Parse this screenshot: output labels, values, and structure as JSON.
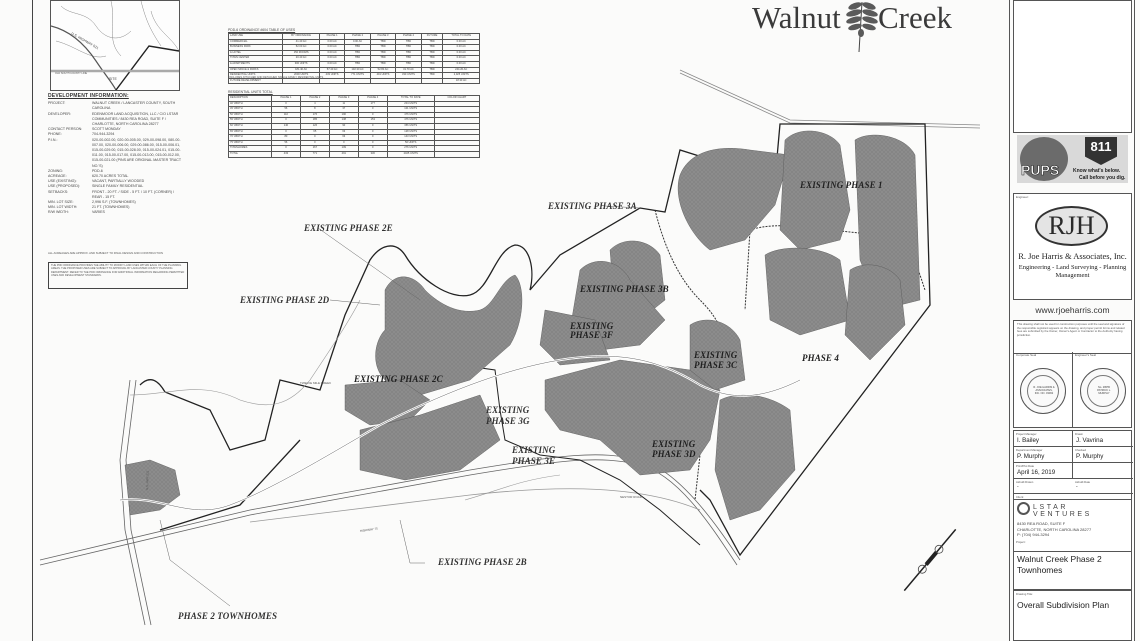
{
  "header": {
    "logo_left": "Walnut",
    "logo_right": "Creek"
  },
  "vicinity_map": {
    "labels": [
      "U.S. HIGHWAY 521",
      "SITE",
      "OLD SOUTH COUNTY LINE"
    ]
  },
  "development_info": {
    "title": "DEVELOPMENT INFORMATION:",
    "rows": [
      {
        "key": "PROJECT:",
        "value": "WALNUT CREEK / LANCASTER COUNTY, SOUTH CAROLINA"
      },
      {
        "key": "DEVELOPER:",
        "value": "EDENMOOR LAND ACQUISITION, LLC / C/O LSTAR COMMUNITIES / 8430 REA ROAD, SUITE F / CHARLOTTE, NORTH CAROLINA 28277"
      },
      {
        "key": "CONTACT PERSON:",
        "value": "SCOTT MONDAY"
      },
      {
        "key": "PHONE:",
        "value": "704-944-3294"
      },
      {
        "key": "P.I.N.:",
        "value": "020-00-002.00, 020-00-005.00, 029-00-098.00, 080-00-007.00, 020-00-006.00, 029-00-086.00, 015-00-006.01, 015-00-029.00, 015-00-028.00, 015-00-024.01, 015-00-011.00, 015-00-017.00, 015-00-013.00, 015-00-012.00, 015-00-021.00 (PINS ARE ORIGINAL MASTER TRACT NO.'S)"
      },
      {
        "key": "ZONING:",
        "value": "PDD-6"
      },
      {
        "key": "ACREAGE:",
        "value": "620.70 ACRES TOTAL"
      },
      {
        "key": "USE (EXISTING):",
        "value": "VACANT, PARTIALLY WOODED"
      },
      {
        "key": "USE (PROPOSED):",
        "value": "SINGLE FAMILY RESIDENTIAL"
      },
      {
        "key": "SETBACKS:",
        "value": "FRONT - 20 FT. / SIDE - 5 FT. / 10 FT. (CORNER) / REAR - 15 FT."
      },
      {
        "key": "MIN. LOT SIZE:",
        "value": "2,996 S.F. (TOWNHOMES)"
      },
      {
        "key": "MIN. LOT WIDTH:",
        "value": "21 FT. (TOWNHOMES)"
      },
      {
        "key": "R/W WIDTH:",
        "value": "VARIES"
      }
    ],
    "footnote": "ALL ACREAGES ARE APPROX. AND SUBJECT TO FINAL DESIGN AND CONSTRUCTION",
    "notice": "THE PDD ORDINANCE PROVIDES THE ABILITY TO MODIFY LAND USES WITHIN EACH OF THE PLANNING AREAS. THE PROPOSED USES ARE SUBJECT TO APPROVAL BY LANCASTER COUNTY PLANNING DEPARTMENT. REFER TO THE PDD ORDINANCE FOR ADDITIONAL INFORMATION REGARDING PERMITTED USES AND DEVELOPMENT STANDARDS."
  },
  "ordinance_table": {
    "title": "PDD-6 ORDINANCE #604 TABLE OF USES",
    "headers": [
      "LAND USE",
      "BY ORDINANCE",
      "PHASE 1",
      "PHASE 2",
      "PHASE 3",
      "PHASE 4",
      "FUTURE",
      "TOTAL TO DATE"
    ],
    "rows": [
      [
        "COMMERCIAL",
        "41.40 AC",
        "0.00 AC",
        "0.00 AC",
        "TBD",
        "TBD",
        "TBD",
        "0.00 AC"
      ],
      [
        "BUSINESS PARK",
        "52.00 AC",
        "0.00 AC",
        "TBD",
        "TBD",
        "TBD",
        "TBD",
        "0.00 AC"
      ],
      [
        "& HOTEL",
        "150 ROOMS",
        "0.00 AC",
        "TBD",
        "TBD",
        "TBD",
        "TBD",
        "0.00 AC"
      ],
      [
        "TOWN CENTER",
        "20.40 AC",
        "0.00 AC",
        "TBD",
        "TBD",
        "TBD",
        "TBD",
        "0.00 AC"
      ],
      [
        "& APARTMENTS",
        "300 UNITS",
        "0.00 AC",
        "TBD",
        "TBD",
        "TBD",
        "TBD",
        "0.00 AC"
      ],
      [
        "OPEN SPACE & PARKS",
        "181.40 AC",
        "57.40 AC",
        "102.30 AC",
        "52.80 AC",
        "31.70 AC",
        "TBD",
        "244.20 AC"
      ],
      [
        "RESIDENTIAL UNITS",
        "2000 UNITS",
        "433 UNITS",
        "771 UNITS",
        "491 UNITS",
        "330 UNITS",
        "TBD",
        "2,025 UNITS"
      ],
      [
        "FUTURE DEVELOPMENT",
        "",
        "",
        "",
        "",
        "",
        "",
        "18.30 AC"
      ]
    ],
    "note": "*INCLUDES ATTACHED AND DETACHED SINGLE FAMILY RESIDENTIAL UNITS"
  },
  "units_table": {
    "title": "RESIDENTIAL UNITS TOTAL",
    "headers": [
      "DESCRIPTION",
      "PHASE 1",
      "PHASE 2",
      "PHASE 3",
      "PHASE 4",
      "TOTAL TO DATE",
      "COLOR CHART"
    ],
    "rows": [
      [
        "40' WIDTH",
        "0",
        "4",
        "11",
        "177",
        "204 UNITS",
        ""
      ],
      [
        "45' WIDTH",
        "56",
        "8",
        "37",
        "0",
        "101 UNITS",
        ""
      ],
      [
        "50' WIDTH",
        "110",
        "176",
        "190",
        "0",
        "476 UNITS",
        ""
      ],
      [
        "55' WIDTH",
        "0",
        "185",
        "138",
        "153",
        "476 UNITS",
        ""
      ],
      [
        "60' WIDTH",
        "140",
        "126",
        "90",
        "0",
        "356 UNITS",
        ""
      ],
      [
        "65' WIDTH",
        "0",
        "65",
        "63",
        "0",
        "128 UNITS",
        ""
      ],
      [
        "70' WIDTH",
        "80",
        "0",
        "63",
        "0",
        "143 UNITS",
        ""
      ],
      [
        "75' WIDTH",
        "56",
        "0",
        "0",
        "0",
        "56 UNITS",
        ""
      ],
      [
        "TOWNHOMES",
        "0",
        "167",
        "109",
        "0",
        "276 UNITS",
        ""
      ],
      [
        "TOTAL",
        "433",
        "771",
        "491",
        "330",
        "2025 UNITS",
        ""
      ]
    ]
  },
  "map_labels": {
    "phase_1": "EXISTING PHASE 1",
    "phase_2b": "EXISTING PHASE 2B",
    "phase_2c": "EXISTING PHASE 2C",
    "phase_2d": "EXISTING PHASE 2D",
    "phase_2e": "EXISTING PHASE 2E",
    "phase_3a": "EXISTING PHASE 3A",
    "phase_3b": "EXISTING PHASE 3B",
    "phase_3c": "EXISTING PHASE 3C",
    "phase_3d": "EXISTING PHASE 3D",
    "phase_3e": "EXISTING PHASE 3E",
    "phase_3f": "EXISTING PHASE 3F",
    "phase_3g": "EXISTING PHASE 3G",
    "phase_4": "PHASE 4",
    "phase_2_townhomes": "PHASE 2 TOWNHOMES",
    "twelve_mile_creek": "TWELVE MILE CREEK",
    "highway_75": "HIGHWAY 75",
    "us_hwy_521": "U.S. HWY 521",
    "nestor_road": "NESTOR ROAD"
  },
  "title_block": {
    "engineer_label": "Engineer:",
    "firm_abbrev": "RJH",
    "firm_name": "R. Joe Harris & Associates, Inc.",
    "firm_services": "Engineering - Land Surveying - Planning Management",
    "website": "www.rjoeharris.com",
    "disclaimer": "This drawing shall not be used for construction purposes until the seal and signature of the responsible registrant appears on the drawing, and proper permit forms and related fees are submitted by the Owner, Owner's Agent or Contractor to the Authority having jurisdiction.",
    "corporate_seal_label": "Corporate Seal",
    "engineers_seal_label": "Engineer's Seal",
    "corporate_seal_text": "R. JOE HARRIS & ASSOCIATES, INC. NO. 03062",
    "engineers_seal_text": "No. 28055 PATRICK L. MURPHY",
    "seal_state": "SOUTH CAROLINA",
    "fields": {
      "project_manager_label": "Project Manager",
      "project_manager": "I. Bailey",
      "drawn_label": "Drawn",
      "drawn": "J. Vavrina",
      "department_manager_label": "Department Manager",
      "department_manager": "P. Murphy",
      "checked_label": "Checked",
      "checked": "P. Murphy",
      "print_plot_date_label": "Print/Plot Date",
      "print_plot_date": "April 16, 2019",
      "asbuilt_drawn_label": "Asbuilt Drawn",
      "asbuilt_drawn": "-",
      "asbuilt_date_label": "Asbuilt Date",
      "asbuilt_date": "-"
    },
    "client_label": "Client:",
    "client_name": "LSTAR VENTURES",
    "client_address": [
      "8430 REA ROAD, SUITE F",
      "CHARLOTTE, NORTH CAROLINA 28277",
      "P: (704) 944-3294"
    ],
    "project_label": "Project:",
    "project_name": "Walnut Creek Phase 2 Townhomes",
    "drawing_title_label": "Drawing Title:",
    "drawing_title": "Overall Subdivision Plan"
  },
  "badges": {
    "pups": "PUPS",
    "call_811": "811",
    "call_811_tagline_1": "Know what's below.",
    "call_811_tagline_2": "Call before you dig."
  }
}
